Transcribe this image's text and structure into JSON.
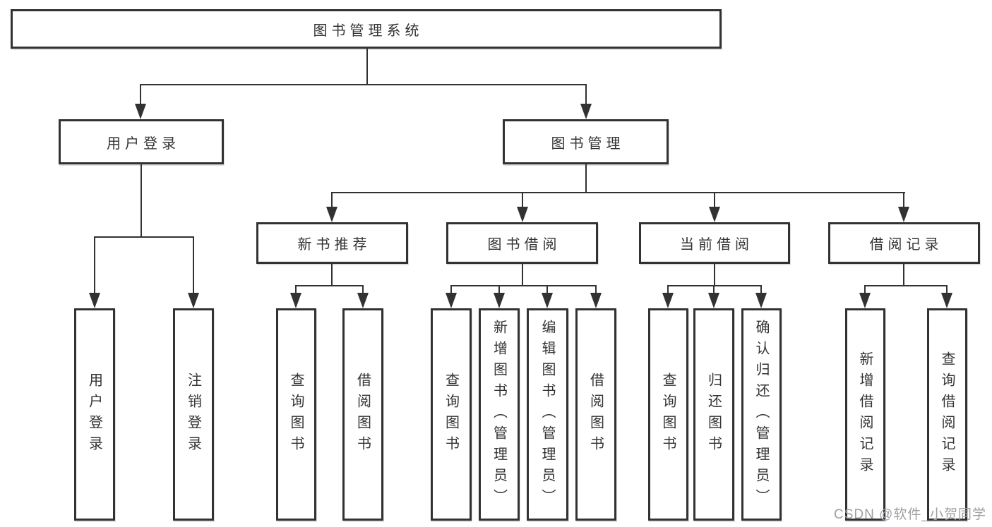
{
  "tree": {
    "label": "图书管理系统",
    "children": [
      {
        "label": "用户登录",
        "children": [
          {
            "label": "用户登录"
          },
          {
            "label": "注销登录"
          }
        ]
      },
      {
        "label": "图书管理",
        "children": [
          {
            "label": "新书推荐",
            "children": [
              {
                "label": "查询图书"
              },
              {
                "label": "借阅图书"
              }
            ]
          },
          {
            "label": "图书借阅",
            "children": [
              {
                "label": "查询图书"
              },
              {
                "label": "新增图书（管理员）"
              },
              {
                "label": "编辑图书（管理员）"
              },
              {
                "label": "借阅图书"
              }
            ]
          },
          {
            "label": "当前借阅",
            "children": [
              {
                "label": "查询图书"
              },
              {
                "label": "归还图书"
              },
              {
                "label": "确认归还（管理员）"
              }
            ]
          },
          {
            "label": "借阅记录",
            "children": [
              {
                "label": "新增借阅记录"
              },
              {
                "label": "查询借阅记录"
              }
            ]
          }
        ]
      }
    ]
  },
  "watermark": "CSDN @软件_小贺同学",
  "colors": {
    "line": "#323232",
    "text": "#333333",
    "watermark": "#9e9ea4",
    "background": "#ffffff"
  }
}
